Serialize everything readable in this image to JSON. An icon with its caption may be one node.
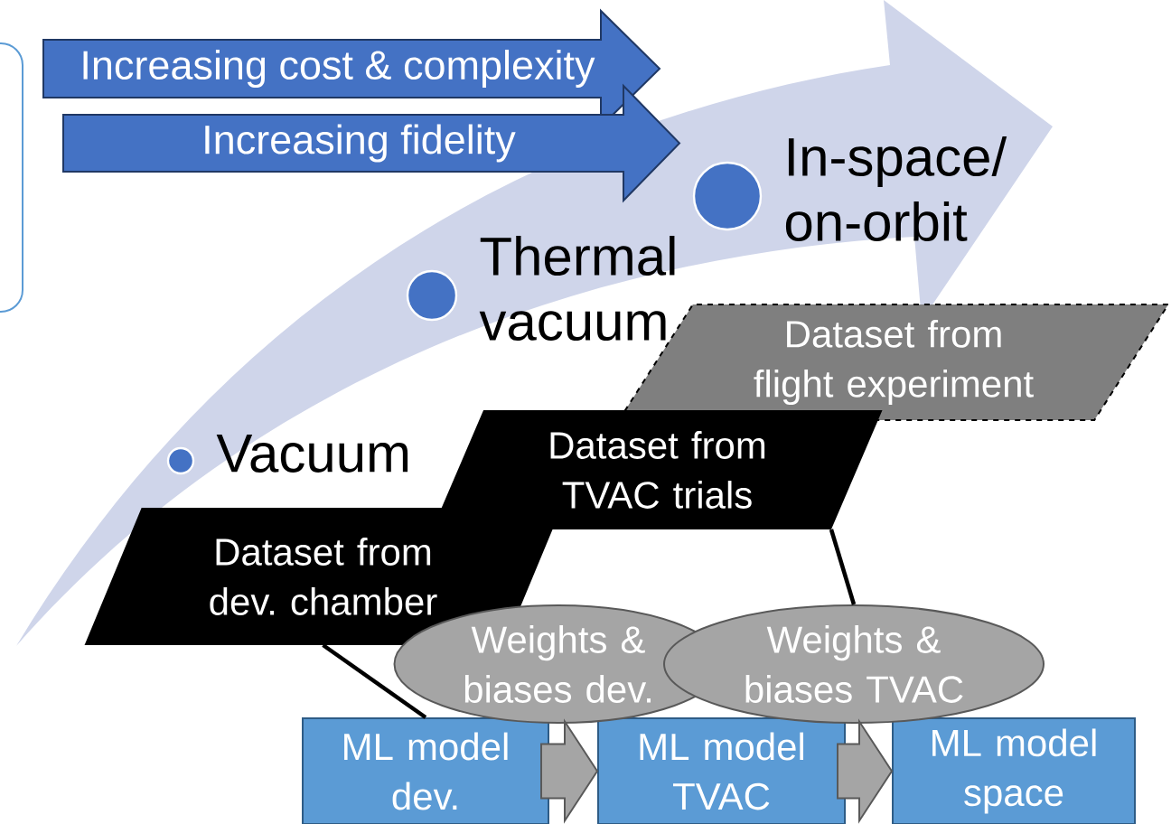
{
  "diagram": {
    "nodes": [
      {
        "text": [
          "Increasing cost & complexity"
        ]
      },
      {
        "text": [
          "Increasing fidelity"
        ]
      },
      {
        "text": [],
        "shape": "circle",
        "beside": [
          "Vacuum"
        ]
      },
      {
        "text": [],
        "shape": "circle",
        "beside": [
          "Thermal vacuum"
        ]
      },
      {
        "text": [],
        "shape": "circle",
        "beside": [
          "In-space/ on-orbit"
        ]
      },
      {
        "text": [
          "Dataset from flight experiment"
        ]
      },
      {
        "text": [
          "Dataset from TVAC trials"
        ]
      },
      {
        "text": [
          "Dataset from dev. chamber"
        ]
      },
      {
        "text": [
          "Weights & biases dev."
        ]
      },
      {
        "text": [
          "Weights & biases TVAC"
        ]
      },
      {
        "text": [
          "ML model dev."
        ]
      },
      {
        "text": [
          "ML model TVAC"
        ]
      },
      {
        "text": [
          "ML model space"
        ]
      }
    ],
    "edges": [
      {
        "from": 7,
        "to": 10,
        "arrow": "none"
      },
      {
        "from": 6,
        "to": 9,
        "arrow": "none"
      },
      {
        "from": 10,
        "to": 11,
        "arrow": "to",
        "style": "thick",
        "color": "#a5a5a5"
      },
      {
        "from": 11,
        "to": 12,
        "arrow": "to",
        "style": "thick",
        "color": "#a5a5a5"
      }
    ]
  }
}
